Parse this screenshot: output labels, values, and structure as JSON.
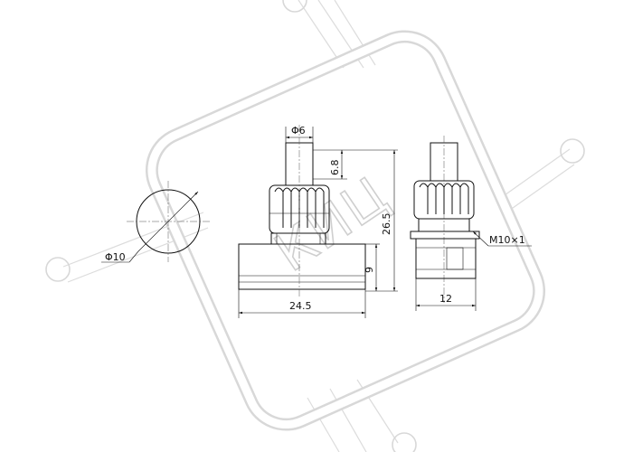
{
  "watermark": {
    "text": "КИЦ"
  },
  "dimensions": {
    "phi10": "Φ10",
    "phi6": "Φ6",
    "h68": "6.8",
    "h265": "26.5",
    "h9": "9",
    "w245": "24.5",
    "thread": "M10×1",
    "w12": "12"
  }
}
